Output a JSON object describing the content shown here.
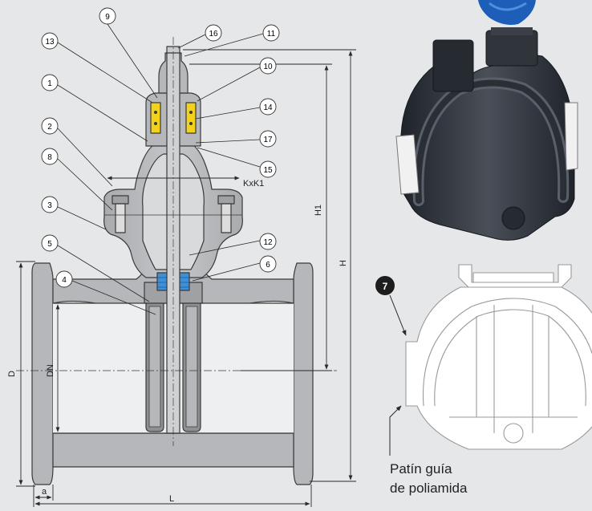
{
  "callouts": {
    "c1": "1",
    "c2": "2",
    "c3": "3",
    "c4": "4",
    "c5": "5",
    "c6": "6",
    "c7": "7",
    "c8": "8",
    "c9": "9",
    "c10": "10",
    "c11": "11",
    "c12": "12",
    "c13": "13",
    "c14": "14",
    "c15": "15",
    "c16": "16",
    "c17": "17"
  },
  "dimensions": {
    "kxk1": "KxK1",
    "h1": "H1",
    "h": "H",
    "d": "D",
    "dn": "DN",
    "a": "a",
    "l": "L"
  },
  "caption": {
    "line1": "Patín guía",
    "line2": "de poliamida"
  },
  "colors": {
    "background": "#e6e7e8",
    "body_fill": "#b5b7ba",
    "line": "#3a3a3a",
    "yellow_bushing": "#f2d21b",
    "blue_seal": "#3f8fd6",
    "guide_dark": "#2b2f36",
    "blue_handwheel": "#1d5fb8"
  }
}
